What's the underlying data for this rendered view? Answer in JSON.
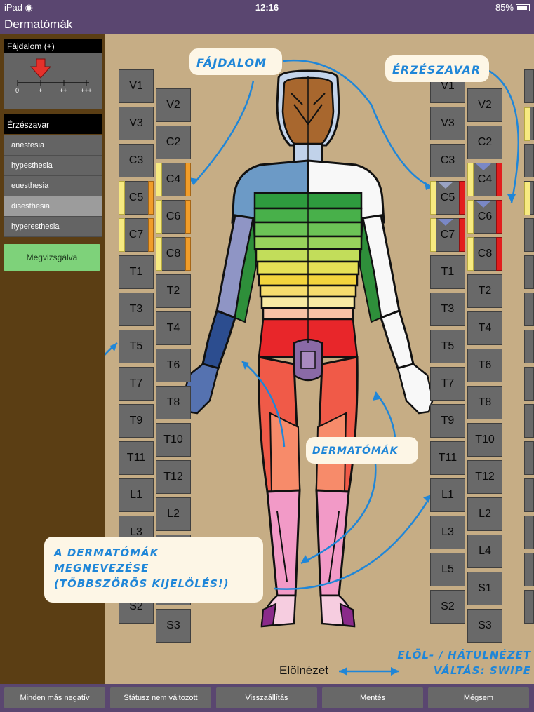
{
  "status_bar": {
    "device": "iPad",
    "time": "12:16",
    "battery": "85%"
  },
  "app_title": "Dermatómák",
  "sidebar": {
    "pain_header": "Fájdalom (+)",
    "pain_scale": {
      "labels": [
        "0",
        "+",
        "++",
        "+++"
      ],
      "selected": "+"
    },
    "sensory_header": "Érzészavar",
    "sensory_items": [
      "anestesia",
      "hypesthesia",
      "euesthesia",
      "disesthesia",
      "hyperesthesia"
    ],
    "selected_sensory": "disesthesia",
    "checked_label": "Megvizsgálva"
  },
  "dermatomes_left": {
    "col1": [
      "V1",
      "V3",
      "C3",
      "C5",
      "C7",
      "T1",
      "T3",
      "T5",
      "T7",
      "T9",
      "T11",
      "L1",
      "L3",
      "",
      "S2"
    ],
    "col2": [
      "V2",
      "C2",
      "C4",
      "C6",
      "C8",
      "T2",
      "T4",
      "T6",
      "T8",
      "T10",
      "T12",
      "L2",
      "",
      "",
      "S3"
    ]
  },
  "dermatomes_right": {
    "col1": [
      "V1",
      "V3",
      "C3",
      "C5",
      "C7",
      "T1",
      "T3",
      "T5",
      "T7",
      "T9",
      "T11",
      "L1",
      "L3",
      "L5",
      "S2"
    ],
    "col2": [
      "V2",
      "C2",
      "C4",
      "C6",
      "C8",
      "T2",
      "T4",
      "T6",
      "T8",
      "T10",
      "T12",
      "L2",
      "L4",
      "S1",
      "S3"
    ]
  },
  "annotations": {
    "pain": "Fájdalom",
    "sensory": "Érzészavar",
    "dermatomes": "Dermatómák",
    "naming_lines": [
      "A dermatómák",
      "megnevezése",
      "(többszörös kijelölés!)"
    ],
    "swipe_lines": [
      "Elöl- / hátulnézet",
      "váltás: swipe"
    ]
  },
  "view_label": "Elölnézet",
  "bottom_buttons": [
    "Minden más negatív",
    "Státusz nem változott",
    "Visszaállítás",
    "Mentés",
    "Mégsem"
  ],
  "colors": {
    "bars": "#5a4670",
    "sidebar": "#5b3e14",
    "canvas": "#c6ad85",
    "annotation": "#1f86d8",
    "checked": "#7ed27a"
  }
}
